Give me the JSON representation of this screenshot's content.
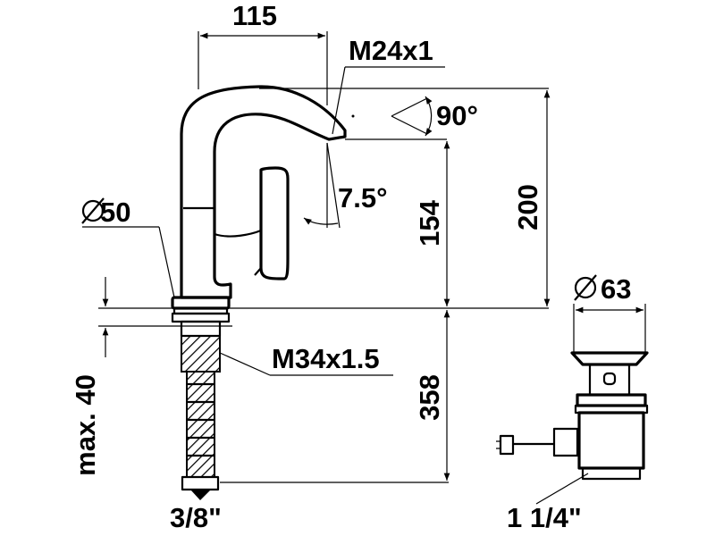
{
  "drawing": {
    "dimensions": {
      "spout_reach": "115",
      "aerator_thread": "M24x1",
      "swivel_angle": "90°",
      "tilt_angle": "7.5°",
      "total_height": "200",
      "spout_height": "154",
      "body_diameter": "50",
      "shank_thread": "M34x1.5",
      "shank_length": "358",
      "max_counter_thickness": "max. 40",
      "hose_connection": "3/8\"",
      "waste_diameter": "63",
      "waste_connection": "1 1/4\""
    },
    "colors": {
      "ink": "#000000",
      "background": "#ffffff"
    }
  }
}
